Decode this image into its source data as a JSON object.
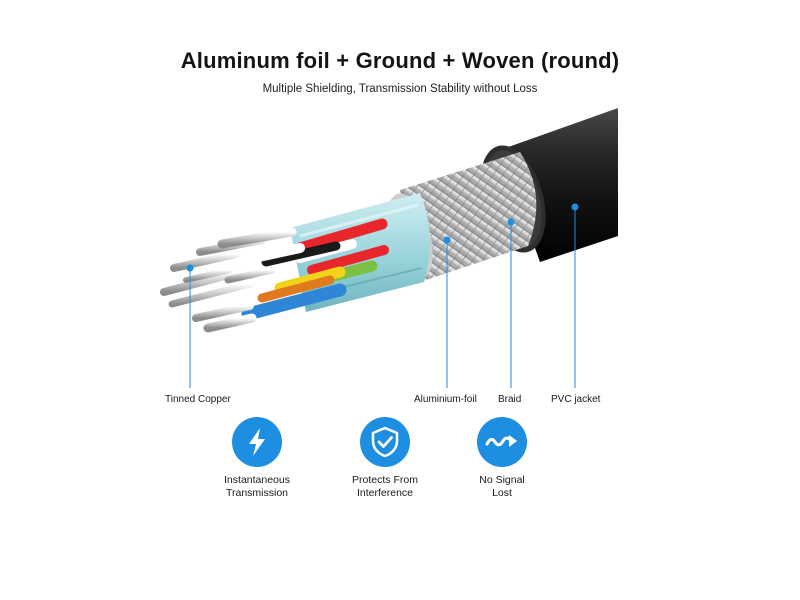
{
  "header": {
    "title": "Aluminum foil + Ground + Woven (round)",
    "subtitle": "Multiple Shielding, Transmission Stability without Loss"
  },
  "callouts": {
    "tinned_copper": "Tinned Copper",
    "aluminium_foil": "Aluminium-foil",
    "braid": "Braid",
    "pvc_jacket": "PVC jacket"
  },
  "features": [
    {
      "icon": "lightning-icon",
      "line1": "Instantaneous",
      "line2": "Transmission"
    },
    {
      "icon": "shield-check-icon",
      "line1": "Protects From",
      "line2": "Interference"
    },
    {
      "icon": "signal-wave-icon",
      "line1": "No Signal",
      "line2": "Lost"
    }
  ],
  "colors": {
    "accent": "#1e8fe0",
    "jacket": "#1b1b1b",
    "foil": "#9fd6dd",
    "wire_red": "#e8262b",
    "wire_green": "#7cc043",
    "wire_yellow": "#f3d31a",
    "wire_blue": "#2f86d6",
    "wire_orange": "#e07a1f"
  }
}
